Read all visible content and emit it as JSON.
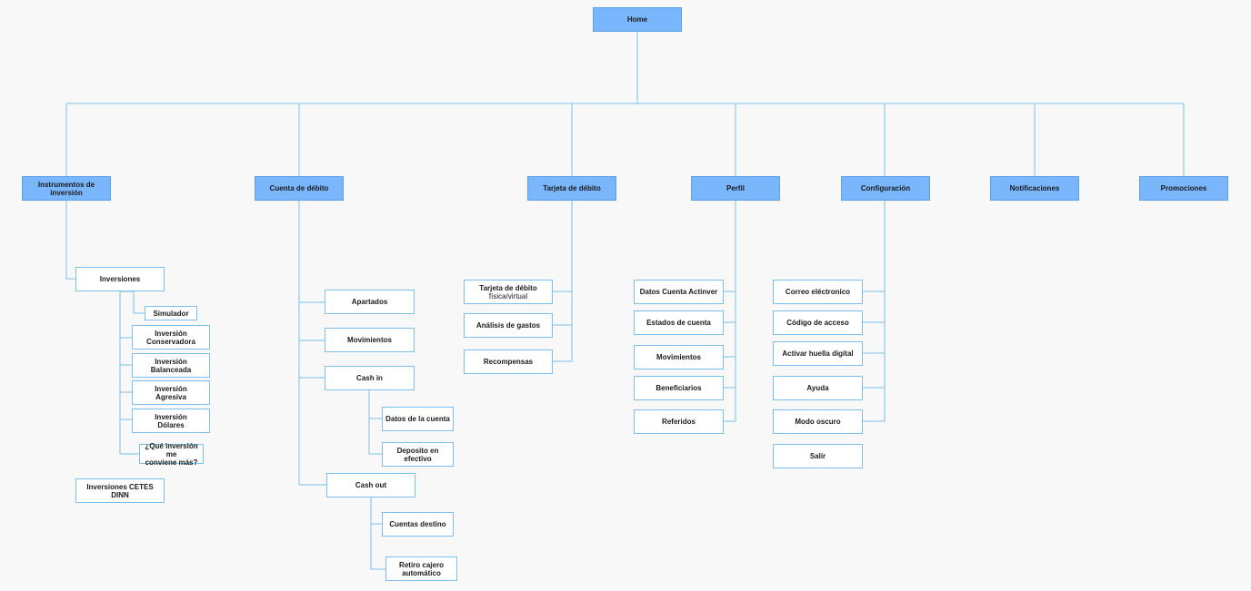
{
  "colors": {
    "primary_fill": "#79b6fb",
    "connector": "#7cbfea",
    "background": "#f8f8f8"
  },
  "root": {
    "label": "Home"
  },
  "sections": {
    "inversion": {
      "label": "Instrumentos de inversión",
      "inversiones": {
        "label": "Inversiones",
        "items": [
          {
            "line1": "Simulador"
          },
          {
            "line1": "Inversión",
            "line2": "Conservadora"
          },
          {
            "line1": "Inversión",
            "line2": "Balanceada"
          },
          {
            "line1": "Inversión",
            "line2": "Agresiva"
          },
          {
            "line1": "Inversión",
            "line2": "Dólares"
          },
          {
            "line1": "¿Qué inversión me",
            "line2": "conviene más?"
          }
        ]
      },
      "cetes": "Inversiones CETES DINN"
    },
    "cuenta": {
      "label": "Cuenta de débito",
      "items": [
        "Apartados",
        "Movimientos",
        "Cash in",
        "Cash out"
      ],
      "cash_in_children": [
        "Datos de la cuenta",
        "Deposito en efectivo"
      ],
      "cash_out_children": [
        "Cuentas destino"
      ],
      "retiro": {
        "line1": "Retiro cajero",
        "line2": "automático"
      }
    },
    "tarjeta": {
      "label": "Tarjeta de débito",
      "first": {
        "line1": "Tarjeta de débito",
        "line2": "física/virtual"
      },
      "items": [
        "Análisis de gastos",
        "Recompensas"
      ]
    },
    "perfil": {
      "label": "Perfil",
      "items": [
        "Datos Cuenta Actinver",
        "Estados de cuenta",
        "Movimientos",
        "Beneficiarios",
        "Referidos"
      ]
    },
    "configuracion": {
      "label": "Configuración",
      "items": [
        "Correo eléctronico",
        "Código de acceso",
        "Activar huella digital",
        "Ayuda",
        "Modo oscuro",
        "Salir"
      ]
    },
    "notificaciones": {
      "label": "Notificaciones"
    },
    "promociones": {
      "label": "Promociones"
    }
  }
}
